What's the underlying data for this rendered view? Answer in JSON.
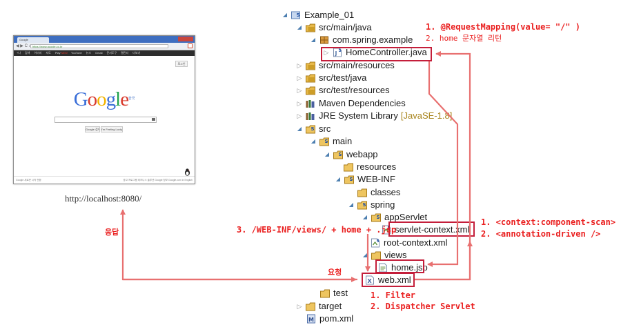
{
  "browser": {
    "tab_title": "Google",
    "url": "https://www.google.co.kr",
    "gbar_items": [
      "+나",
      "검색",
      "이미지",
      "지도",
      "Play",
      "NEW",
      "YouTube",
      "뉴스",
      "Gmail",
      "문서도구",
      "캘린더",
      "더보기"
    ],
    "login_label": "로그인",
    "logo": "Google",
    "region": "한국",
    "search_button": "Google 검색",
    "lucky_button": "I'm Feeling Lucky",
    "footer_left": "Google   새로운 시작 전환",
    "footer_right": "광고 프로그램   비즈니스 솔루션   Google 정보   Google.com in English",
    "caption": "http://localhost:8080/",
    "logo_colors": [
      "#3b6fd8",
      "#d93a2c",
      "#f2b400",
      "#3b6fd8",
      "#1ea14b",
      "#d93a2c"
    ]
  },
  "tree": [
    {
      "label": "Example_01",
      "icon": "project-icon",
      "twisty": "open"
    },
    {
      "label": "src/main/java",
      "icon": "source-folder-icon",
      "twisty": "open"
    },
    {
      "label": "com.spring.example",
      "icon": "package-icon",
      "twisty": "open"
    },
    {
      "label": "HomeController.java",
      "icon": "java-file-icon",
      "twisty": "closed"
    },
    {
      "label": "src/main/resources",
      "icon": "source-folder-icon",
      "twisty": "closed"
    },
    {
      "label": "src/test/java",
      "icon": "source-folder-icon",
      "twisty": "closed"
    },
    {
      "label": "src/test/resources",
      "icon": "source-folder-icon",
      "twisty": "closed"
    },
    {
      "label": "Maven Dependencies",
      "icon": "library-icon",
      "twisty": "closed"
    },
    {
      "label": "JRE System Library",
      "extra": "[JavaSE-1.8]",
      "icon": "library-icon",
      "twisty": "closed"
    },
    {
      "label": "src",
      "icon": "spring-folder-icon",
      "twisty": "open"
    },
    {
      "label": "main",
      "icon": "spring-folder-icon",
      "twisty": "open"
    },
    {
      "label": "webapp",
      "icon": "spring-folder-icon",
      "twisty": "open"
    },
    {
      "label": "resources",
      "icon": "folder-icon",
      "twisty": "none"
    },
    {
      "label": "WEB-INF",
      "icon": "spring-folder-icon",
      "twisty": "open"
    },
    {
      "label": "classes",
      "icon": "folder-icon",
      "twisty": "none"
    },
    {
      "label": "spring",
      "icon": "spring-folder-icon",
      "twisty": "open"
    },
    {
      "label": "appServlet",
      "icon": "spring-folder-icon",
      "twisty": "open"
    },
    {
      "label": "servlet-context.xml",
      "icon": "spring-xml-icon",
      "twisty": "none"
    },
    {
      "label": "root-context.xml",
      "icon": "spring-xml-icon",
      "twisty": "none"
    },
    {
      "label": "views",
      "icon": "folder-icon",
      "twisty": "open"
    },
    {
      "label": "home.jsp",
      "icon": "jsp-file-icon",
      "twisty": "none"
    },
    {
      "label": "web.xml",
      "icon": "xml-file-icon",
      "twisty": "none"
    },
    {
      "label": "test",
      "icon": "folder-icon",
      "twisty": "none"
    },
    {
      "label": "target",
      "icon": "folder-icon",
      "twisty": "closed"
    },
    {
      "label": "pom.xml",
      "icon": "maven-file-icon",
      "twisty": "none"
    }
  ],
  "annotations": {
    "controller_1": "1. @RequestMapping(value= \"/\" )",
    "controller_2": "2. home 문자열 리턴",
    "context_1": "1. <context:component-scan>",
    "context_2": "2. <annotation-driven />",
    "view_resolve": "3. /WEB-INF/views/ + home + .jsp",
    "webxml_1": "1. Filter",
    "webxml_2": "2. Dispatcher Servlet",
    "request": "요청",
    "response": "응답"
  },
  "colors": {
    "annotation": "#ea2020",
    "highlight_box": "#c41e3a",
    "arrow": "#e87070"
  }
}
